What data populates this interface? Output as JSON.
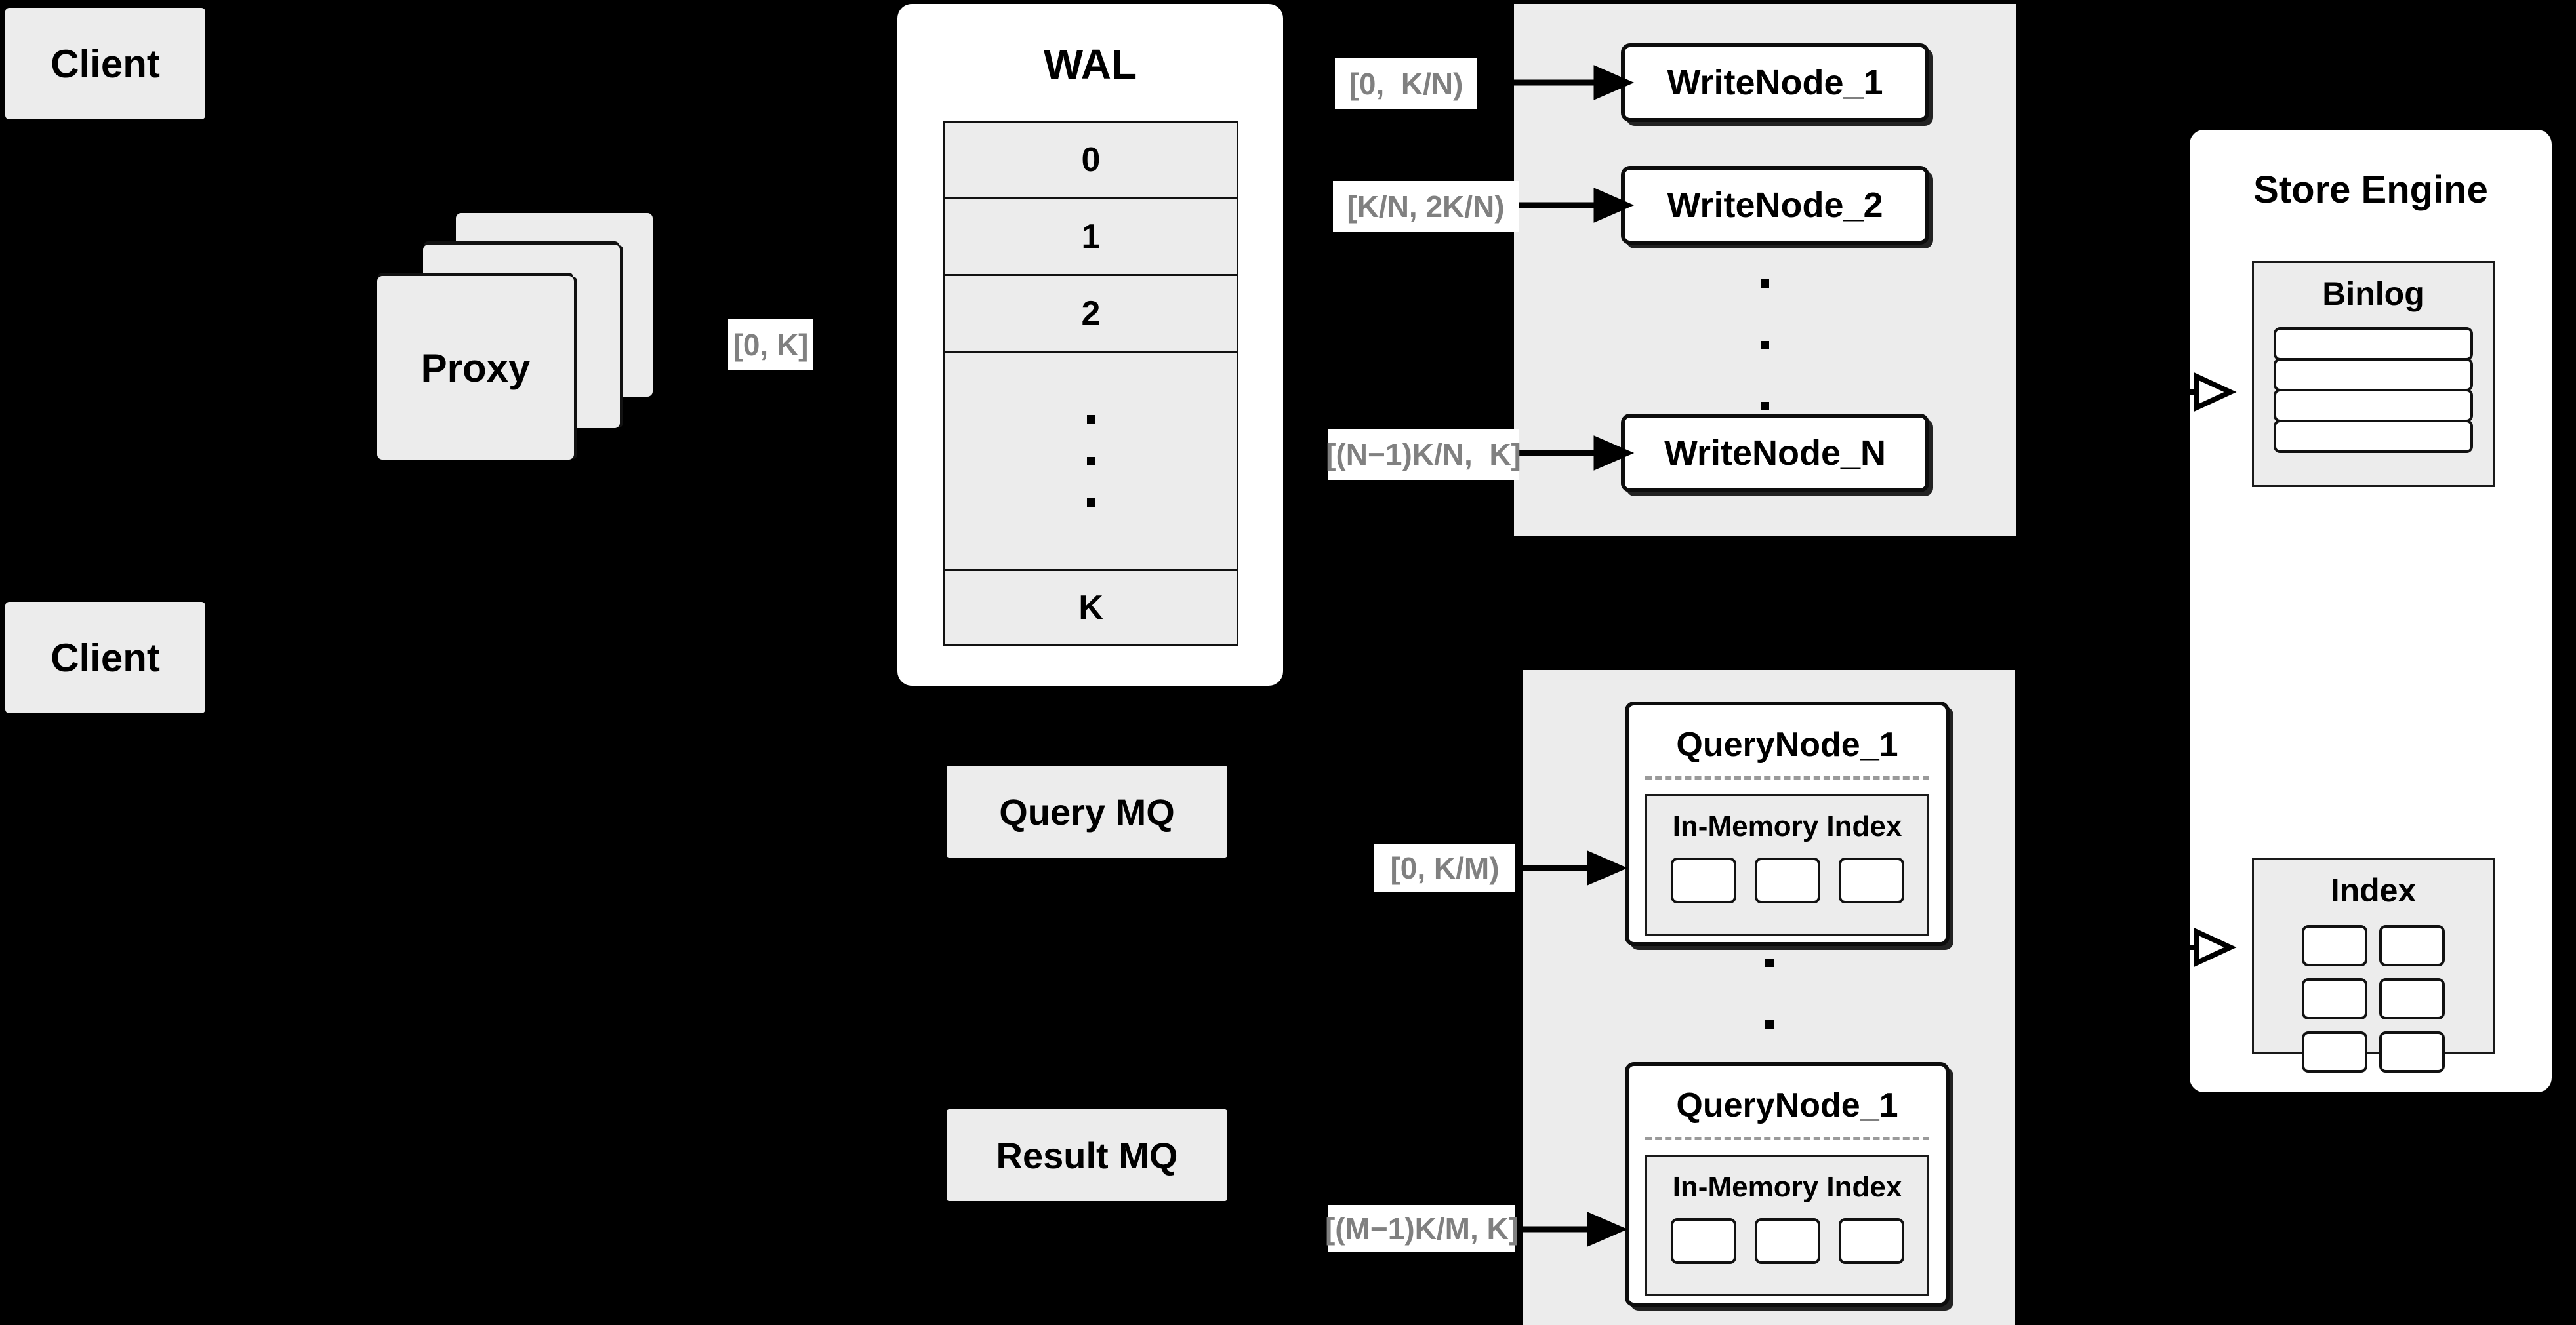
{
  "diagram": {
    "title": "Distributed Write/Query Architecture",
    "background_color": "#000000",
    "panel_color": "#FFFFFF",
    "cluster_color": "#ECECEC",
    "label_text_color": "#808080"
  },
  "clients": [
    {
      "label": "Client"
    },
    {
      "label": "Client"
    }
  ],
  "proxy": {
    "label": "Proxy",
    "stack_count": 3
  },
  "wal": {
    "title": "WAL",
    "entries": [
      "0",
      "1",
      "2",
      "⋮",
      "K"
    ],
    "ellipsis_dots": 3
  },
  "edge_labels": {
    "proxy_to_wal": "[0, K]",
    "wal_to_writenode_1": "[0,  K/N)",
    "wal_to_writenode_2": "[K/N, 2K/N)",
    "wal_to_writenode_n": "[(N−1)K/N,  K]",
    "mq_to_querynode_1": "[0, K/M)",
    "mq_to_querynode_m": "[(M−1)K/M, K]"
  },
  "write_cluster": {
    "nodes": [
      {
        "label": "WriteNode_1"
      },
      {
        "label": "WriteNode_2"
      },
      {
        "label": "WriteNode_N"
      }
    ],
    "ellipsis_dots": 3
  },
  "message_queues": [
    {
      "label": "Query MQ"
    },
    {
      "label": "Result MQ"
    }
  ],
  "query_cluster": {
    "nodes": [
      {
        "label": "QueryNode_1",
        "index_title": "In-Memory Index",
        "index_slots": 3
      },
      {
        "label": "QueryNode_1",
        "index_title": "In-Memory Index",
        "index_slots": 3
      }
    ],
    "ellipsis_dots": 3
  },
  "store_engine": {
    "title": "Store Engine",
    "binlog": {
      "title": "Binlog",
      "rows": 4
    },
    "index": {
      "title": "Index",
      "slots": 6
    }
  }
}
